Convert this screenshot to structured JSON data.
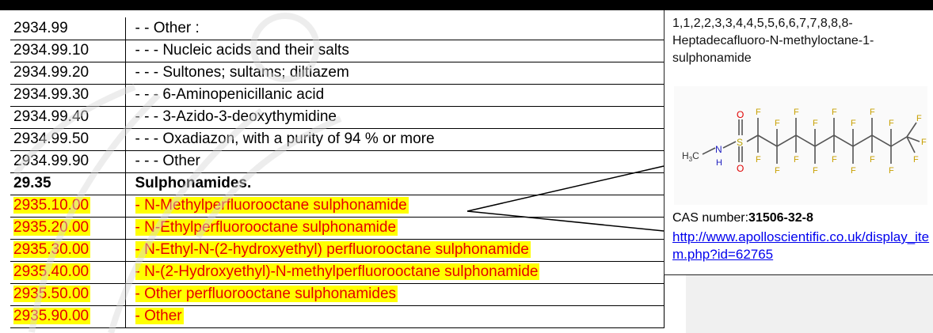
{
  "table": {
    "rows": [
      {
        "code": "2934.99",
        "desc": "- - Other :",
        "style": "normal"
      },
      {
        "code": "2934.99.10",
        "desc": "- - - Nucleic acids and their salts",
        "style": "normal"
      },
      {
        "code": "2934.99.20",
        "desc": "- - - Sultones; sultams; diltiazem",
        "style": "normal"
      },
      {
        "code": "2934.99.30",
        "desc": "- - - 6-Aminopenicillanic acid",
        "style": "normal"
      },
      {
        "code": "2934.99.40",
        "desc": "- - - 3-Azido-3-deoxythymidine",
        "style": "normal"
      },
      {
        "code": "2934.99.50",
        "desc": "- - - Oxadiazon, with a purity of 94 % or more",
        "style": "normal"
      },
      {
        "code": "2934.99.90",
        "desc": "- - - Other",
        "style": "normal"
      },
      {
        "code": "29.35",
        "desc": "Sulphonamides.",
        "style": "heading"
      },
      {
        "code": "2935.10.00",
        "desc": "- N-Methylperfluorooctane sulphonamide",
        "style": "highlight"
      },
      {
        "code": "2935.20.00",
        "desc": "- N-Ethylperfluorooctane sulphonamide",
        "style": "highlight"
      },
      {
        "code": "2935.30.00",
        "desc": "- N-Ethyl-N-(2-hydroxyethyl) perfluorooctane sulphonamide",
        "style": "highlight"
      },
      {
        "code": "2935.40.00",
        "desc": "- N-(2-Hydroxyethyl)-N-methylperfluorooctane sulphonamide",
        "style": "highlight"
      },
      {
        "code": "2935.50.00",
        "desc": "- Other perfluorooctane sulphonamides",
        "style": "highlight"
      },
      {
        "code": "2935.90.00",
        "desc": "- Other",
        "style": "highlight"
      }
    ]
  },
  "callout": {
    "chem_name": "1,1,2,2,3,3,4,4,5,5,6,6,7,7,8,8,8-Heptadecafluoro-N-methyloctane-1-sulphonamide",
    "cas_label": "CAS number:",
    "cas_value": "31506-32-8",
    "link": "http://www.apolloscientific.co.uk/display_item.php?id=62765",
    "structure_labels": {
      "f": "F",
      "o": "O",
      "s": "S",
      "n": "N",
      "h": "H",
      "methyl": "H3C"
    }
  },
  "colors": {
    "highlight_bg": "#ffff00",
    "highlight_text": "#e60000",
    "link": "#0000ee"
  }
}
